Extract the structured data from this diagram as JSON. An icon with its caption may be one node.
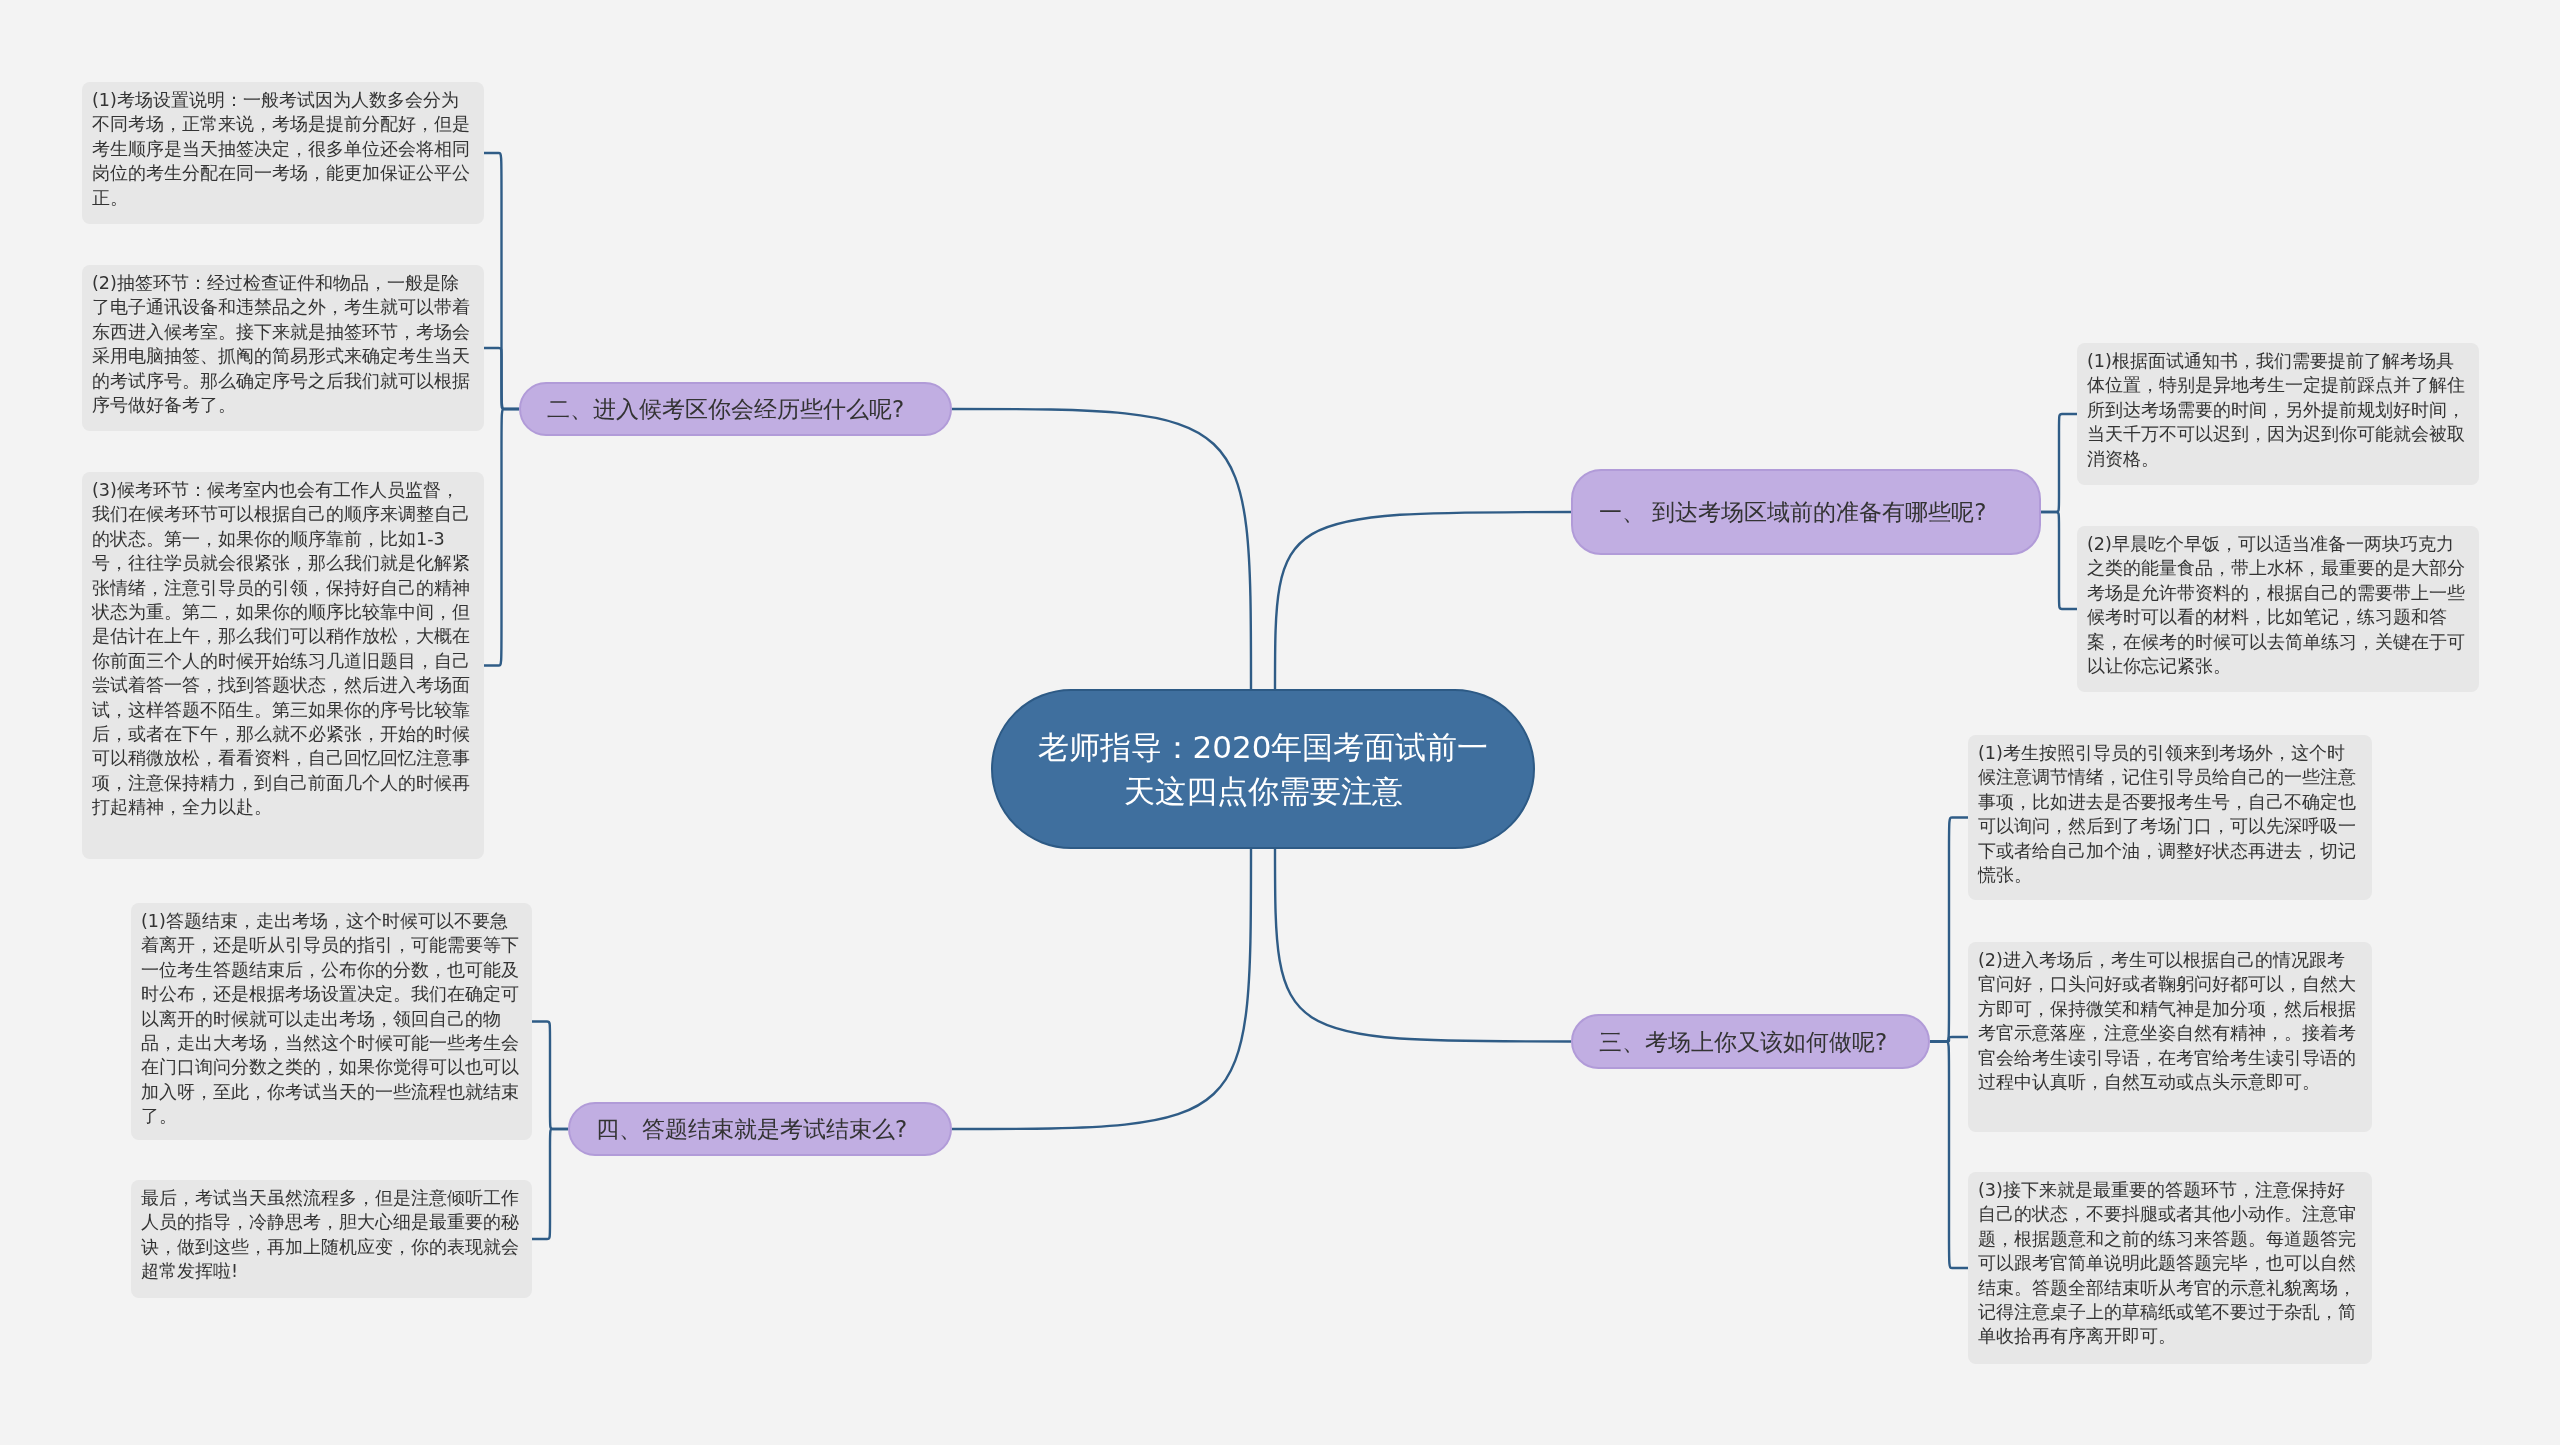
{
  "diagram": {
    "nodes": [
      {
        "text": [
          "老师指导：2020年国考面试前一天这四点你需要注意"
        ]
      },
      {
        "text": [
          "一、 到达考场区域前的准备有哪些呢?"
        ]
      },
      {
        "text": [
          "(1)根据面试通知书，我们需要提前了解考场具体位置，特别是异地考生一定提前踩点并了解住所到达考场需要的时间，另外提前规划好时间，当天千万不可以迟到，因为迟到你可能就会被取消资格。"
        ]
      },
      {
        "text": [
          "(2)早晨吃个早饭，可以适当准备一两块巧克力之类的能量食品，带上水杯，最重要的是大部分考场是允许带资料的，根据自己的需要带上一些候考时可以看的材料，比如笔记，练习题和答案，在候考的时候可以去简单练习，关键在于可以让你忘记紧张。"
        ]
      },
      {
        "text": [
          "二、进入候考区你会经历些什么呢?"
        ]
      },
      {
        "text": [
          "(1)考场设置说明：一般考试因为人数多会分为不同考场，正常来说，考场是提前分配好，但是考生顺序是当天抽签决定，很多单位还会将相同岗位的考生分配在同一考场，能更加保证公平公正。"
        ]
      },
      {
        "text": [
          "(2)抽签环节：经过检查证件和物品，一般是除了电子通讯设备和违禁品之外，考生就可以带着东西进入候考室。接下来就是抽签环节，考场会采用电脑抽签、抓阄的简易形式来确定考生当天的考试序号。那么确定序号之后我们就可以根据序号做好备考了。"
        ]
      },
      {
        "text": [
          "(3)候考环节：候考室内也会有工作人员监督，我们在候考环节可以根据自己的顺序来调整自己的状态。第一，如果你的顺序靠前，比如1-3号，往往学员就会很紧张，那么我们就是化解紧张情绪，注意引导员的引领，保持好自己的精神状态为重。第二，如果你的顺序比较靠中间，但是估计在上午，那么我们可以稍作放松，大概在你前面三个人的时候开始练习几道旧题目，自己尝试着答一答，找到答题状态，然后进入考场面试，这样答题不陌生。第三如果你的序号比较靠后，或者在下午，那么就不必紧张，开始的时候可以稍微放松，看看资料，自己回忆回忆注意事项，注意保持精力，到自己前面几个人的时候再打起精神，全力以赴。"
        ]
      },
      {
        "text": [
          "三、考场上你又该如何做呢?"
        ]
      },
      {
        "text": [
          "(1)考生按照引导员的引领来到考场外，这个时候注意调节情绪，记住引导员给自己的一些注意事项，比如进去是否要报考生号，自己不确定也可以询问，然后到了考场门口，可以先深呼吸一下或者给自己加个油，调整好状态再进去，切记慌张。"
        ]
      },
      {
        "text": [
          "(2)进入考场后，考生可以根据自己的情况跟考官问好，口头问好或者鞠躬问好都可以，自然大方即可，保持微笑和精气神是加分项，然后根据考官示意落座，注意坐姿自然有精神，。接着考官会给考生读引导语，在考官给考生读引导语的过程中认真听，自然互动或点头示意即可。"
        ]
      },
      {
        "text": [
          "(3)接下来就是最重要的答题环节，注意保持好自己的状态，不要抖腿或者其他小动作。注意审题，根据题意和之前的练习来答题。每道题答完可以跟考官简单说明此题答题完毕，也可以自然结束。答题全部结束听从考官的示意礼貌离场，记得注意桌子上的草稿纸或笔不要过于杂乱，简单收拾再有序离开即可。"
        ]
      },
      {
        "text": [
          "四、答题结束就是考试结束么?"
        ]
      },
      {
        "text": [
          "(1)答题结束，走出考场，这个时候可以不要急着离开，还是听从引导员的指引，可能需要等下一位考生答题结束后，公布你的分数，也可能及时公布，还是根据考场设置决定。我们在确定可以离开的时候就可以走出考场，领回自己的物品，走出大考场，当然这个时候可能一些考生会在门口询问分数之类的，如果你觉得可以也可以加入呀，至此，你考试当天的一些流程也就结束了。"
        ]
      },
      {
        "text": [
          "最后，考试当天虽然流程多，但是注意倾听工作人员的指导，冷静思考，胆大心细是最重要的秘诀，做到这些，再加上随机应变，你的表现就会超常发挥啦!"
        ]
      }
    ],
    "edges": [
      {
        "from": 0,
        "to": 1,
        "arrow": "none"
      },
      {
        "from": 1,
        "to": 2,
        "arrow": "none"
      },
      {
        "from": 1,
        "to": 3,
        "arrow": "none"
      },
      {
        "from": 0,
        "to": 4,
        "arrow": "none"
      },
      {
        "from": 4,
        "to": 5,
        "arrow": "none"
      },
      {
        "from": 4,
        "to": 6,
        "arrow": "none"
      },
      {
        "from": 4,
        "to": 7,
        "arrow": "none"
      },
      {
        "from": 0,
        "to": 8,
        "arrow": "none"
      },
      {
        "from": 8,
        "to": 9,
        "arrow": "none"
      },
      {
        "from": 8,
        "to": 10,
        "arrow": "none"
      },
      {
        "from": 8,
        "to": 11,
        "arrow": "none"
      },
      {
        "from": 0,
        "to": 12,
        "arrow": "none"
      },
      {
        "from": 12,
        "to": 13,
        "arrow": "none"
      },
      {
        "from": 12,
        "to": 14,
        "arrow": "none"
      }
    ]
  }
}
